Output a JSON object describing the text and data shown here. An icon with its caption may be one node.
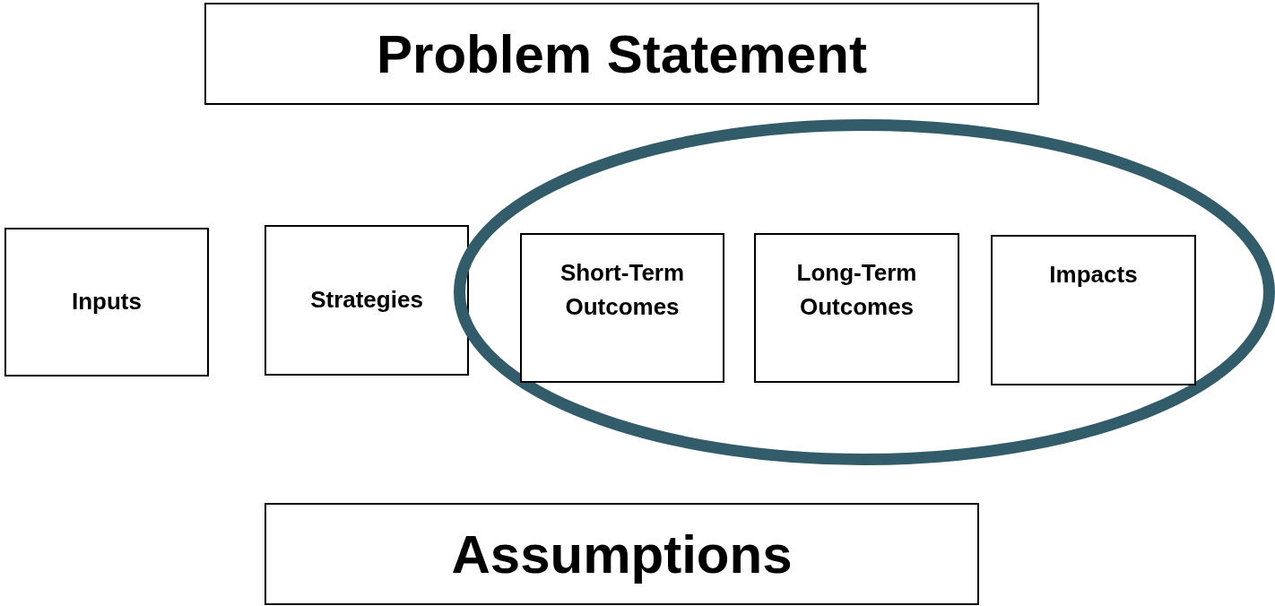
{
  "diagram": {
    "nodes": [
      {
        "text": [
          "Problem Statement"
        ]
      },
      {
        "text": [
          "Inputs"
        ]
      },
      {
        "text": [
          "Strategies"
        ]
      },
      {
        "text": [],
        "shape": "ellipse"
      },
      {
        "text": [
          "Short-Term Outcomes"
        ],
        "in": 3
      },
      {
        "text": [
          "Long-Term Outcomes"
        ],
        "in": 3
      },
      {
        "text": [
          "Impacts"
        ],
        "in": 3
      },
      {
        "text": [
          "Assumptions"
        ]
      }
    ]
  }
}
